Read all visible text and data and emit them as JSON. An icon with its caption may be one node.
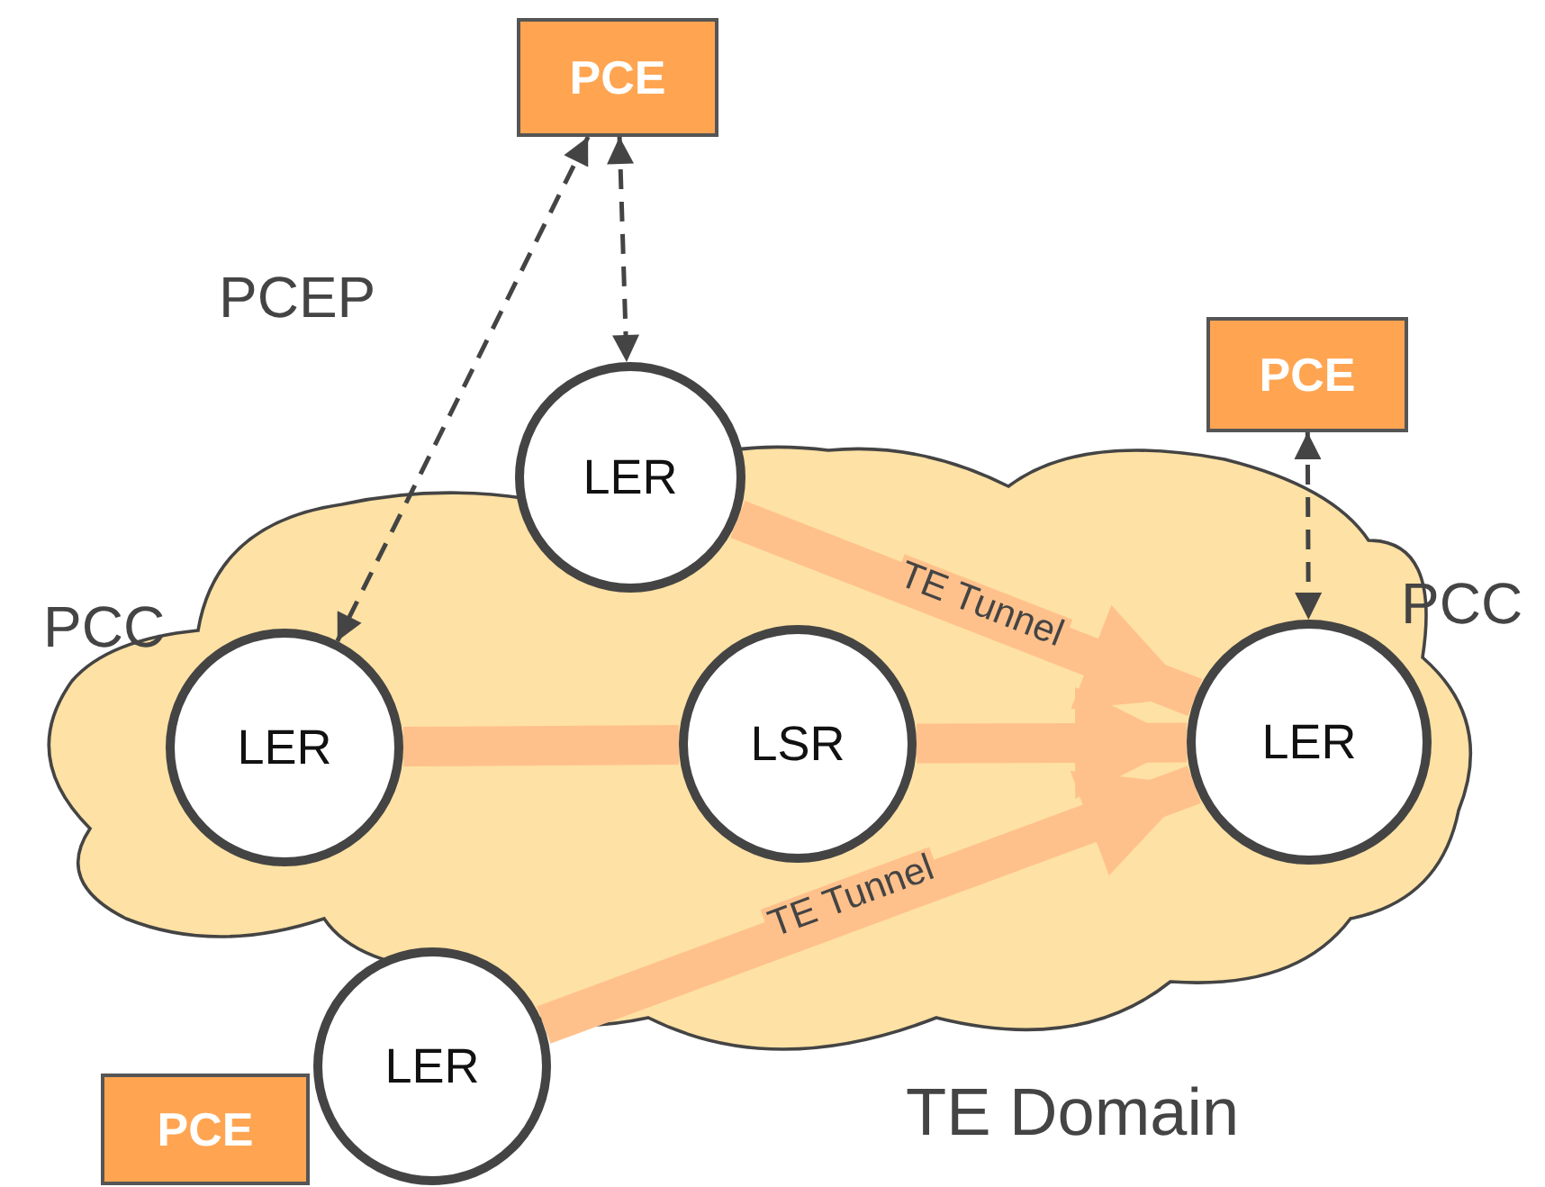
{
  "diagram": {
    "nodes": [
      {
        "text": [
          "PCE"
        ]
      },
      {
        "text": [
          "PCE"
        ]
      },
      {
        "text": [
          "LER"
        ]
      },
      {
        "text": [
          "LER"
        ],
        "beside": [
          "PCC"
        ]
      },
      {
        "text": [
          "LSR"
        ]
      },
      {
        "text": [
          "LER"
        ],
        "beside": [
          "PCC"
        ]
      },
      {
        "text": [
          "LER"
        ]
      },
      {
        "text": [
          "PCE"
        ]
      }
    ],
    "edges": [
      {
        "from": 0,
        "to": 2,
        "arrow": "both",
        "style": "dashed",
        "color": "#444444"
      },
      {
        "from": 0,
        "to": 3,
        "arrow": "both",
        "style": "dashed",
        "color": "#444444",
        "label": "PCEP"
      },
      {
        "from": 1,
        "to": 5,
        "arrow": "both",
        "style": "dashed",
        "color": "#444444"
      },
      {
        "from": 2,
        "to": 5,
        "arrow": "to",
        "label": "TE Tunnel"
      },
      {
        "from": 3,
        "to": 4,
        "arrow": "none"
      },
      {
        "from": 4,
        "to": 5,
        "arrow": "to"
      },
      {
        "from": 6,
        "to": 5,
        "arrow": "to",
        "label": "TE Tunnel"
      }
    ],
    "labels": [
      "TE Domain"
    ]
  }
}
